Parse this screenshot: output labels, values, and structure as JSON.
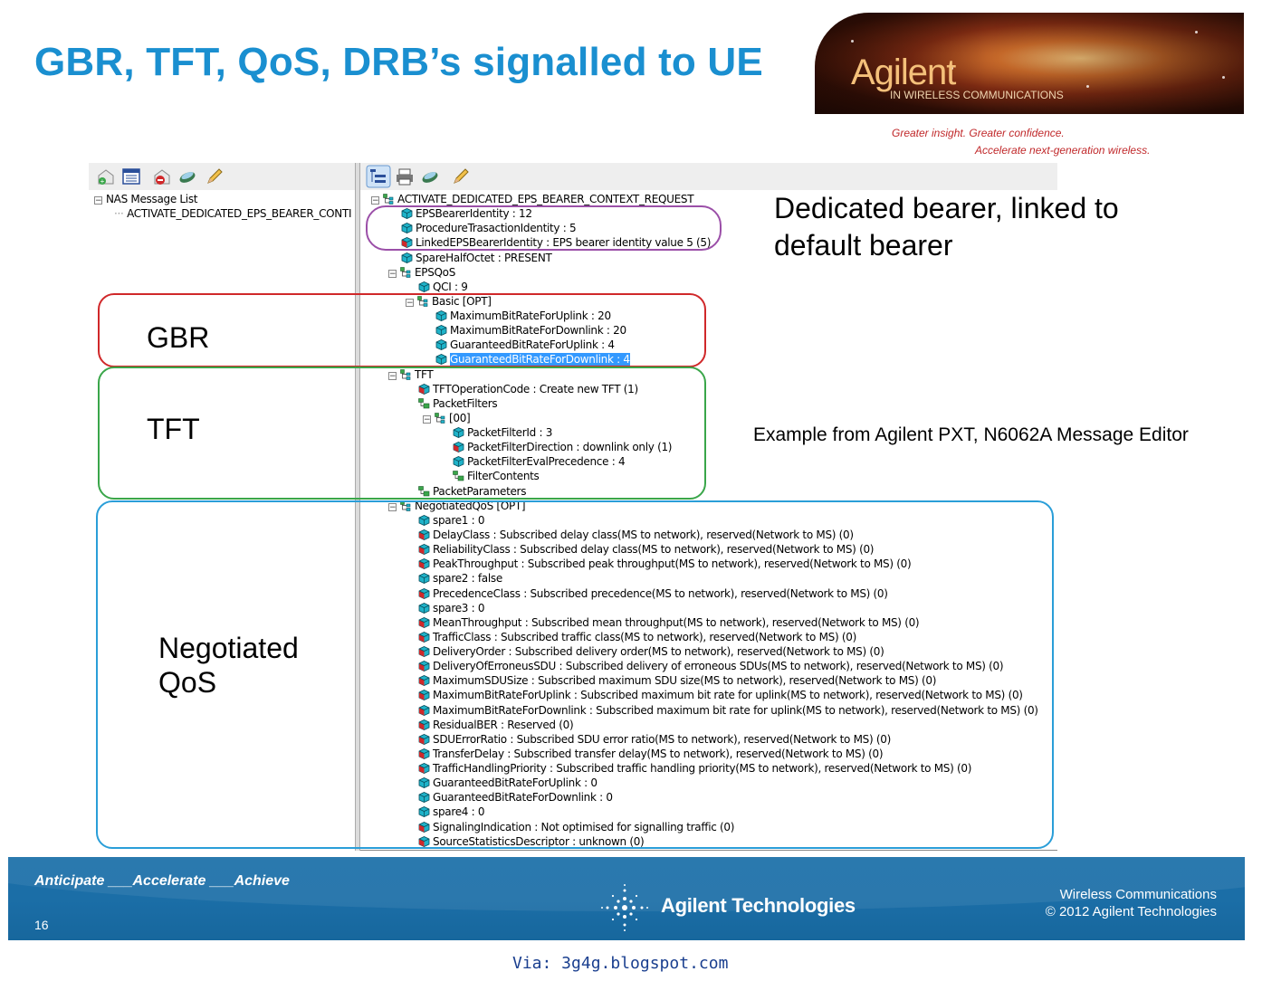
{
  "slide": {
    "title": "GBR, TFT, QoS, DRB’s signalled to UE",
    "page_number": "16"
  },
  "banner": {
    "logo": "Agilent",
    "subtitle": "IN WIRELESS COMMUNICATIONS",
    "tagline1": "Greater insight. Greater confidence.",
    "tagline2": "Accelerate next-generation wireless."
  },
  "left_tree": {
    "root": "NAS Message List",
    "child": "ACTIVATE_DEDICATED_EPS_BEARER_CONTI"
  },
  "tree": [
    {
      "text": "ACTIVATE_DEDICATED_EPS_BEARER_CONTEXT_REQUEST",
      "level": 0,
      "kind": "struct"
    },
    {
      "text": "EPSBearerIdentity : 12",
      "level": 1,
      "kind": "cyan"
    },
    {
      "text": "ProcedureTrasactionIdentity : 5",
      "level": 1,
      "kind": "cyan"
    },
    {
      "text": "LinkedEPSBearerIdentity : EPS bearer identity value 5 (5)",
      "level": 1,
      "kind": "red"
    },
    {
      "text": "SpareHalfOctet : PRESENT",
      "level": 1,
      "kind": "cyan"
    },
    {
      "text": "EPSQoS",
      "level": 1,
      "kind": "struct"
    },
    {
      "text": "QCI : 9",
      "level": 2,
      "kind": "cyan"
    },
    {
      "text": "Basic [OPT]",
      "level": 2,
      "kind": "struct"
    },
    {
      "text": "MaximumBitRateForUplink : 20",
      "level": 3,
      "kind": "cyan"
    },
    {
      "text": "MaximumBitRateForDownlink : 20",
      "level": 3,
      "kind": "cyan"
    },
    {
      "text": "GuaranteedBitRateForUplink : 4",
      "level": 3,
      "kind": "cyan"
    },
    {
      "text": "GuaranteedBitRateForDownlink : 4",
      "level": 3,
      "kind": "cyan",
      "selected": true
    },
    {
      "text": "TFT",
      "level": 1,
      "kind": "struct"
    },
    {
      "text": "TFTOperationCode : Create new TFT (1)",
      "level": 2,
      "kind": "red"
    },
    {
      "text": "PacketFilters",
      "level": 2,
      "kind": "list"
    },
    {
      "text": "[00]",
      "level": 3,
      "kind": "struct"
    },
    {
      "text": "PacketFilterId : 3",
      "level": 4,
      "kind": "cyan"
    },
    {
      "text": "PacketFilterDirection : downlink only (1)",
      "level": 4,
      "kind": "red"
    },
    {
      "text": "PacketFilterEvalPrecedence : 4",
      "level": 4,
      "kind": "cyan"
    },
    {
      "text": "FilterContents",
      "level": 4,
      "kind": "list"
    },
    {
      "text": "PacketParameters",
      "level": 2,
      "kind": "list"
    },
    {
      "text": "NegotiatedQoS [OPT]",
      "level": 1,
      "kind": "struct"
    },
    {
      "text": "spare1 : 0",
      "level": 2,
      "kind": "cyan"
    },
    {
      "text": "DelayClass : Subscribed delay class(MS to network), reserved(Network to MS) (0)",
      "level": 2,
      "kind": "red"
    },
    {
      "text": "ReliabilityClass : Subscribed delay class(MS to network), reserved(Network to MS) (0)",
      "level": 2,
      "kind": "red"
    },
    {
      "text": "PeakThroughput : Subscribed peak throughput(MS to network), reserved(Network to MS) (0)",
      "level": 2,
      "kind": "red"
    },
    {
      "text": "spare2 : false",
      "level": 2,
      "kind": "cyan"
    },
    {
      "text": "PrecedenceClass : Subscribed precedence(MS to network), reserved(Network to MS) (0)",
      "level": 2,
      "kind": "red"
    },
    {
      "text": "spare3 : 0",
      "level": 2,
      "kind": "cyan"
    },
    {
      "text": "MeanThroughput : Subscribed mean throughput(MS to network), reserved(Network to MS) (0)",
      "level": 2,
      "kind": "red"
    },
    {
      "text": "TrafficClass : Subscribed traffic class(MS to network), reserved(Network to MS) (0)",
      "level": 2,
      "kind": "red"
    },
    {
      "text": "DeliveryOrder : Subscribed delivery order(MS to network), reserved(Network to MS) (0)",
      "level": 2,
      "kind": "red"
    },
    {
      "text": "DeliveryOfErroneusSDU : Subscribed delivery of erroneous SDUs(MS to network), reserved(Network to MS) (0)",
      "level": 2,
      "kind": "red"
    },
    {
      "text": "MaximumSDUSize : Subscribed maximum SDU size(MS to network), reserved(Network to MS) (0)",
      "level": 2,
      "kind": "red"
    },
    {
      "text": "MaximumBitRateForUplink : Subscribed maximum bit rate for uplink(MS to network), reserved(Network to MS) (0)",
      "level": 2,
      "kind": "red"
    },
    {
      "text": "MaximumBitRateForDownlink : Subscribed maximum bit rate for uplink(MS to network), reserved(Network to MS) (0)",
      "level": 2,
      "kind": "red"
    },
    {
      "text": "ResidualBER : Reserved (0)",
      "level": 2,
      "kind": "red"
    },
    {
      "text": "SDUErrorRatio : Subscribed SDU error ratio(MS to network), reserved(Network to MS) (0)",
      "level": 2,
      "kind": "red"
    },
    {
      "text": "TransferDelay : Subscribed transfer delay(MS to network), reserved(Network to MS) (0)",
      "level": 2,
      "kind": "red"
    },
    {
      "text": "TrafficHandlingPriority : Subscribed traffic handling priority(MS to network), reserved(Network to MS) (0)",
      "level": 2,
      "kind": "red"
    },
    {
      "text": "GuaranteedBitRateForUplink : 0",
      "level": 2,
      "kind": "cyan"
    },
    {
      "text": "GuaranteedBitRateForDownlink : 0",
      "level": 2,
      "kind": "cyan"
    },
    {
      "text": "spare4 : 0",
      "level": 2,
      "kind": "cyan"
    },
    {
      "text": "SignalingIndication : Not optimised for signalling traffic (0)",
      "level": 2,
      "kind": "red"
    },
    {
      "text": "SourceStatisticsDescriptor : unknown (0)",
      "level": 2,
      "kind": "red"
    }
  ],
  "annotations": {
    "gbr": "GBR",
    "tft": "TFT",
    "negotiated_qos_line1": "Negotiated",
    "negotiated_qos_line2": "QoS",
    "dedicated_line1": "Dedicated bearer, linked to",
    "dedicated_line2": "default bearer",
    "example": "Example from Agilent PXT, N6062A Message Editor"
  },
  "footer": {
    "motto": "Anticipate ___Accelerate ___Achieve",
    "brand": "Agilent Technologies",
    "right_line1": "Wireless Communications",
    "right_line2": "©  2012  Agilent Technologies"
  },
  "via": "Via: 3g4g.blogspot.com",
  "colors": {
    "title": "#1a8fd0",
    "box_purple": "#9b4fa8",
    "box_red": "#d0282a",
    "box_green": "#3aa64a",
    "box_blue": "#2a9ed8",
    "footer_bg": "#1b6ea7",
    "selection": "#3399ff"
  }
}
